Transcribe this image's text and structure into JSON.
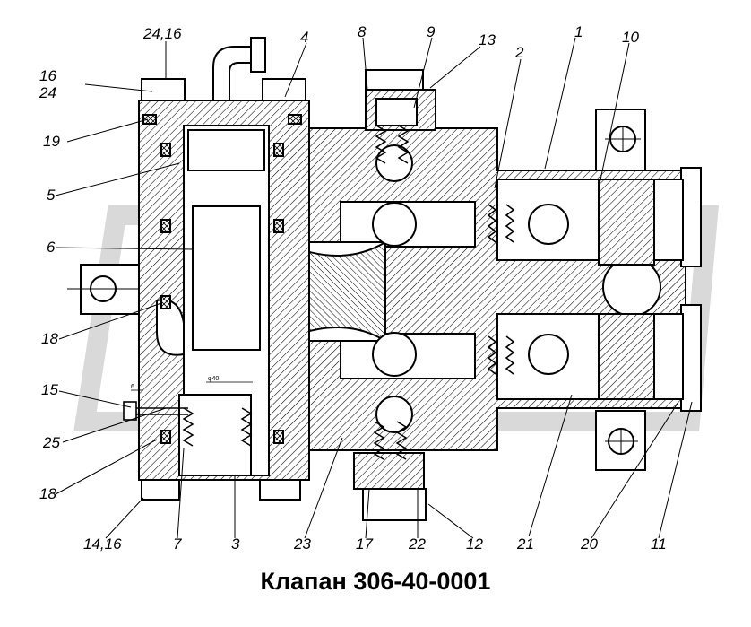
{
  "caption": "Клапан 306-40-0001",
  "labels": {
    "l_24_16_top": "24,16",
    "l_4": "4",
    "l_8": "8",
    "l_9": "9",
    "l_13": "13",
    "l_1": "1",
    "l_10": "10",
    "l_16": "16",
    "l_24": "24",
    "l_2": "2",
    "l_19": "19",
    "l_5": "5",
    "l_6": "6",
    "l_18_mid": "18",
    "l_15": "15",
    "l_25": "25",
    "l_18_low": "18",
    "l_14_16": "14,16",
    "l_7": "7",
    "l_3": "3",
    "l_23": "23",
    "l_17": "17",
    "l_22": "22",
    "l_12": "12",
    "l_21": "21",
    "l_20": "20",
    "l_11": "11"
  },
  "dims": {
    "d_phi": "φ40",
    "d_6": "6"
  },
  "colors": {
    "ink": "#000000",
    "watermark": "#d9d9d9",
    "background": "#ffffff"
  }
}
